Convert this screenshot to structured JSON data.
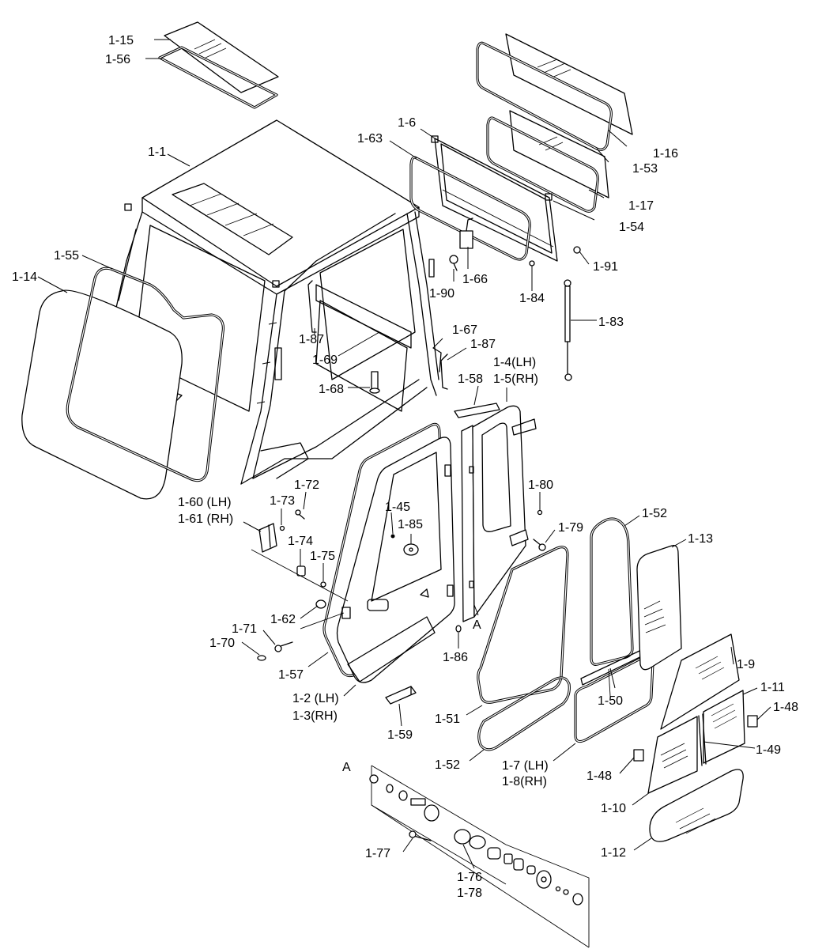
{
  "labels": {
    "p1_15": "1-15",
    "p1_56": "1-56",
    "p1_1": "1-1",
    "p1_55": "1-55",
    "p1_14": "1-14",
    "p1_6": "1-6",
    "p1_63": "1-63",
    "p1_16": "1-16",
    "p1_53": "1-53",
    "p1_17": "1-17",
    "p1_54": "1-54",
    "p1_91": "1-91",
    "p1_66": "1-66",
    "p1_90": "1-90",
    "p1_84": "1-84",
    "p1_83": "1-83",
    "p1_87a": "1-87",
    "p1_87b": "1-87",
    "p1_67": "1-67",
    "p1_69": "1-69",
    "p1_68": "1-68",
    "p1_4": "1-4(LH)",
    "p1_5": "1-5(RH)",
    "p1_58": "1-58",
    "p1_72": "1-72",
    "p1_73": "1-73",
    "p1_60": "1-60 (LH)",
    "p1_61": "1-61 (RH)",
    "p1_74": "1-74",
    "p1_75": "1-75",
    "p1_45": "1-45",
    "p1_85": "1-85",
    "p1_80": "1-80",
    "p1_79": "1-79",
    "p1_52a": "1-52",
    "p1_13": "1-13",
    "p1_62": "1-62",
    "p1_71": "1-71",
    "p1_70": "1-70",
    "p1_57": "1-57",
    "callout_a1": "A",
    "p1_86": "1-86",
    "p1_9": "1-9",
    "p1_50": "1-50",
    "p1_11": "1-11",
    "p1_48a": "1-48",
    "p1_2": "1-2 (LH)",
    "p1_3": "1-3(RH)",
    "p1_51": "1-51",
    "p1_59": "1-59",
    "p1_49": "1-49",
    "p1_52b": "1-52",
    "p1_7": "1-7 (LH)",
    "p1_8": "1-8(RH)",
    "p1_48b": "1-48",
    "callout_a2": "A",
    "p1_10": "1-10",
    "p1_77": "1-77",
    "p1_12": "1-12",
    "p1_76": "1-76",
    "p1_78": "1-78"
  }
}
